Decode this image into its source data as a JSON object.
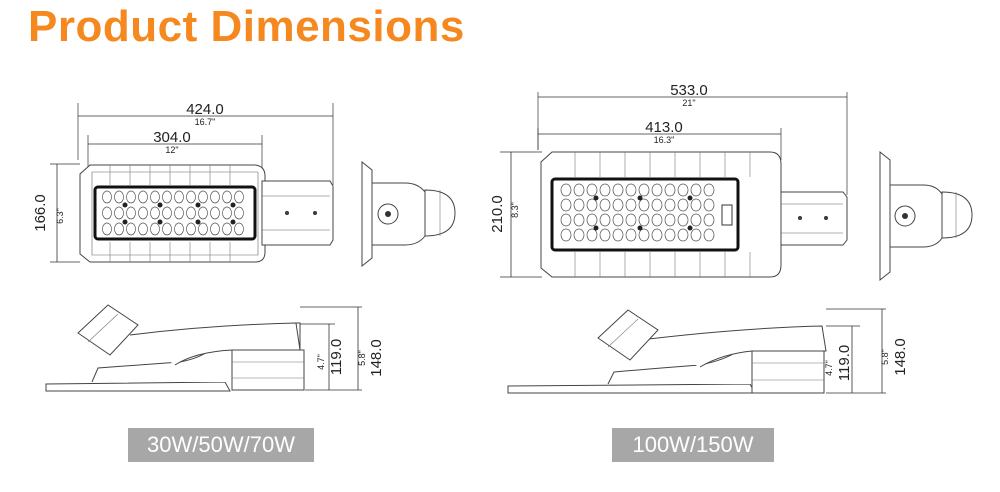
{
  "title": "Product Dimensions",
  "accent_color": "#f5891f",
  "small_model": {
    "label": "30W/50W/70W",
    "overall_length": "424.0",
    "overall_length_in": "16.7\"",
    "body_length": "304.0",
    "body_length_in": "12\"",
    "width": "166.0",
    "width_in": "6.3\"",
    "height_total": "148.0",
    "height_total_in": "5.8\"",
    "height_arm": "119.0",
    "height_arm_in": "4.7\""
  },
  "large_model": {
    "label": "100W/150W",
    "overall_length": "533.0",
    "overall_length_in": "21\"",
    "body_length": "413.0",
    "body_length_in": "16.3\"",
    "width": "210.0",
    "width_in": "8.3\"",
    "height_total": "148.0",
    "height_total_in": "5.8\"",
    "height_arm": "119.0",
    "height_arm_in": "4.7\""
  }
}
